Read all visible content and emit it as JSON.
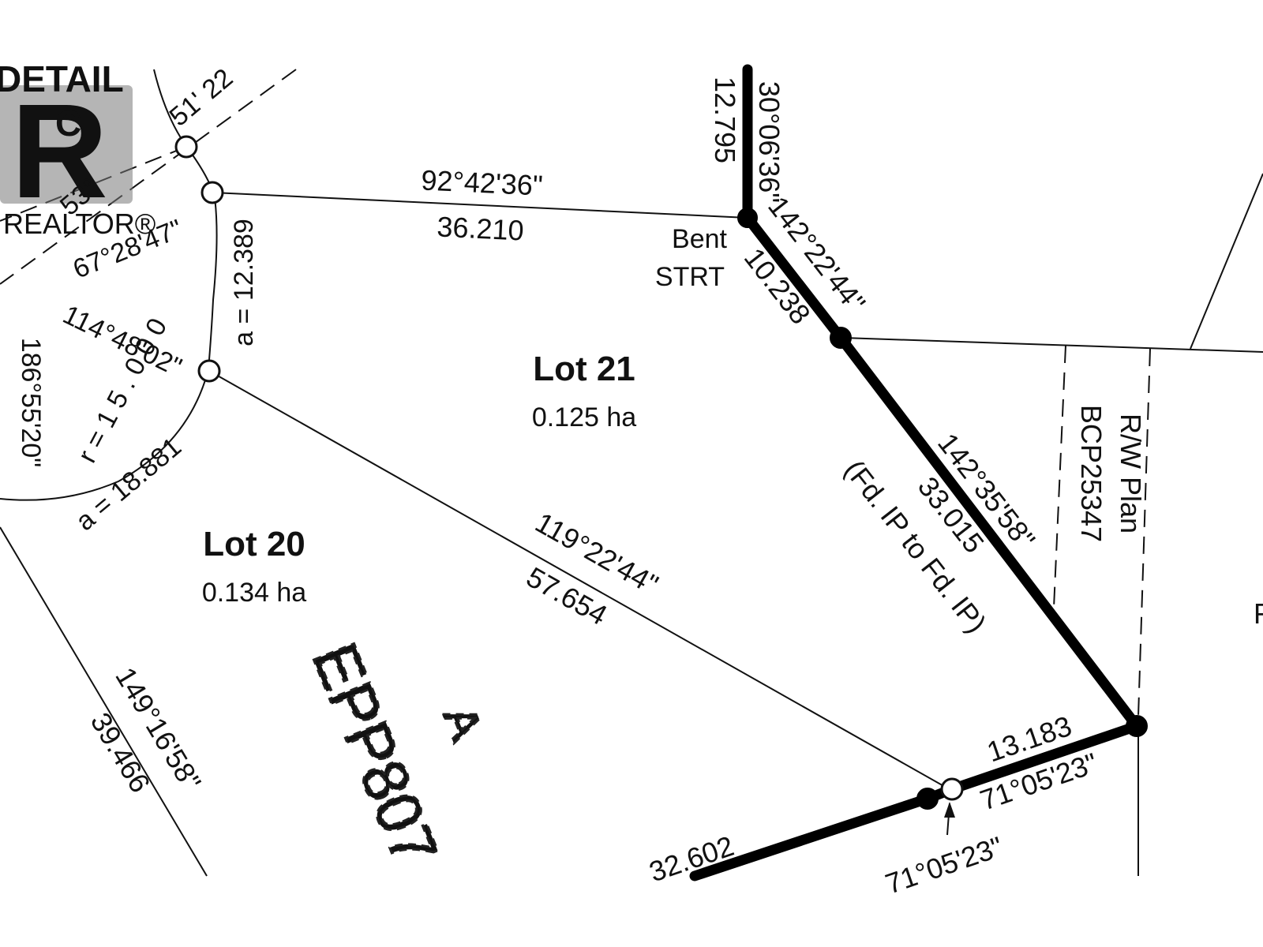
{
  "watermark": {
    "letter": "R",
    "brand": "REALTOR®"
  },
  "detail": {
    "line1": "DETAIL",
    "line2": "C"
  },
  "lots": [
    {
      "name": "Lot 21",
      "area": "0.125 ha"
    },
    {
      "name": "Lot 20",
      "area": "0.134 ha"
    }
  ],
  "dimensions": {
    "north_bearing": "92°42'36\"",
    "north_distance": "36.210",
    "top_bearing": "30°06'36\"",
    "top_distance": "12.795",
    "bent_bearing": "142°22'44\"",
    "bent_distance": "10.238",
    "east_bearing": "142°35'58\"",
    "east_distance": "33.015",
    "east_note": "(Fd. IP to Fd. IP)",
    "division_bearing": "119°22'44\"",
    "division_distance": "57.654",
    "south_distance": "13.183",
    "south_bearing": "71°05'23\"",
    "south_bearing2": "71°05'23\"",
    "bottom_distance": "32.602",
    "west_bearing": "149°16'58\"",
    "west_distance": "39.466",
    "curve_arc_upper": "a = 12.389",
    "curve_arc_lower": "a = 18.881",
    "curve_radius": "r = 1 5 . 0 0 0",
    "angle_a": "67°28'47\"",
    "angle_b": "114°48'02\"",
    "angle_c": "186°55'20\"",
    "angle_d": "53°",
    "angle_e": "51' 22"
  },
  "monument": {
    "line1": "Bent",
    "line2": "STRT"
  },
  "right_of_way": {
    "line1": "R/W Plan",
    "line2": "BCP25347"
  },
  "ghost_plan": {
    "text": "EPP807",
    "letter": "A"
  },
  "edge_letter": "F"
}
